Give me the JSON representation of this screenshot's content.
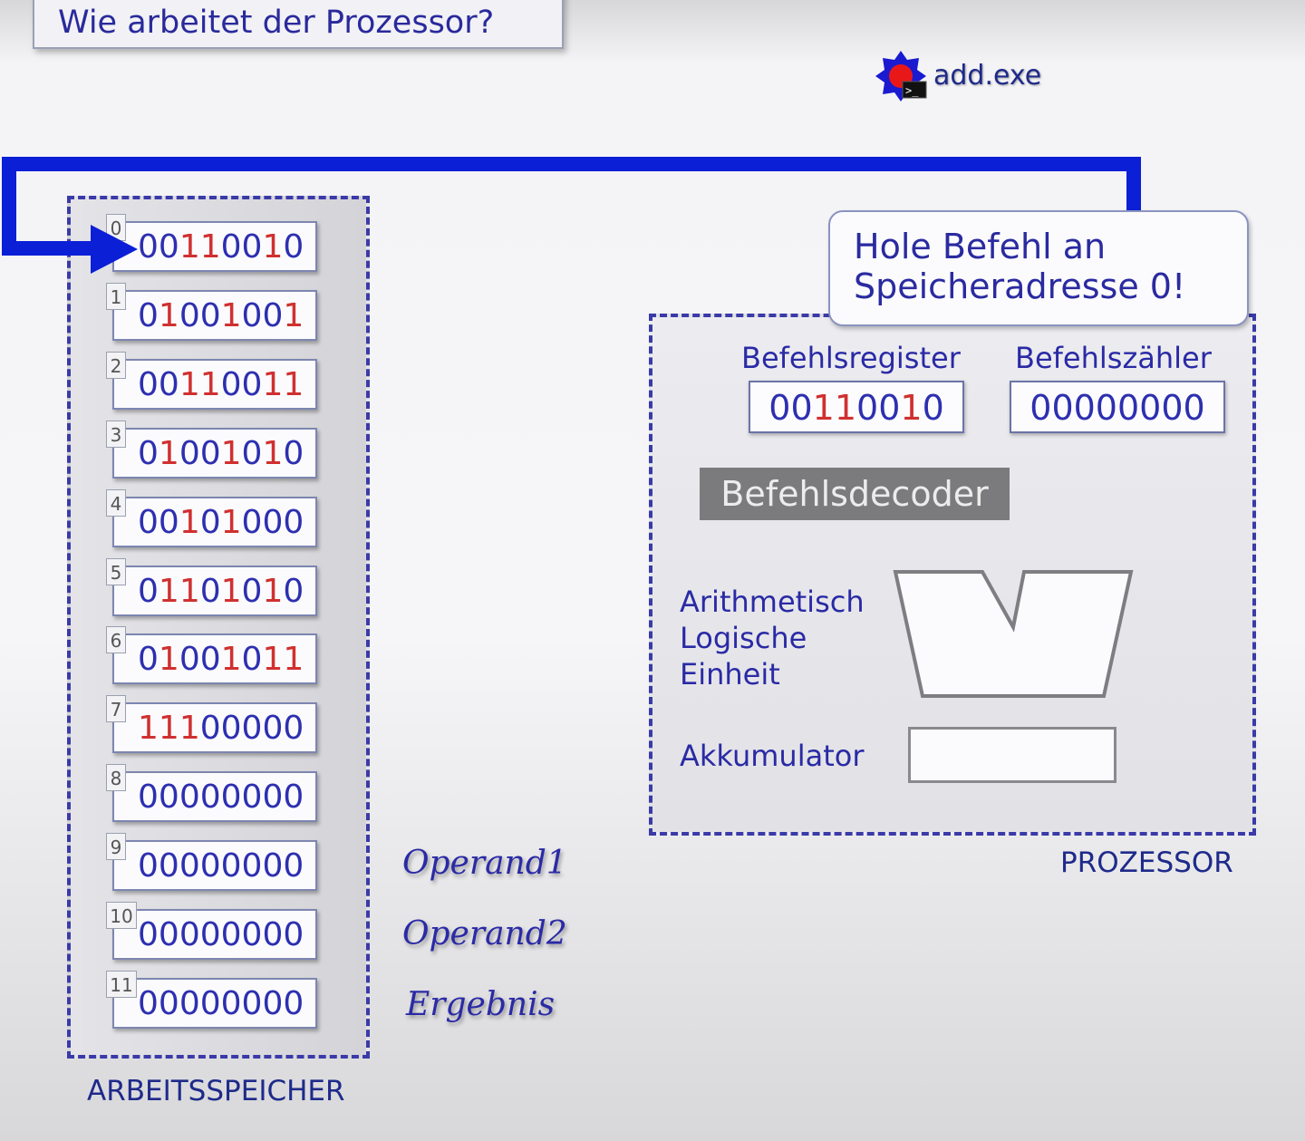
{
  "title": "Wie arbeitet der Prozessor?",
  "program": {
    "icon": "exe-program-icon",
    "name": "add.exe"
  },
  "memory": {
    "label": "ARBEITSSPEICHER",
    "cells": [
      {
        "index": "0",
        "value": "00110010"
      },
      {
        "index": "1",
        "value": "01001001"
      },
      {
        "index": "2",
        "value": "00110011"
      },
      {
        "index": "3",
        "value": "01001010"
      },
      {
        "index": "4",
        "value": "00101000"
      },
      {
        "index": "5",
        "value": "01101010"
      },
      {
        "index": "6",
        "value": "01001011"
      },
      {
        "index": "7",
        "value": "11100000"
      },
      {
        "index": "8",
        "value": "00000000"
      },
      {
        "index": "9",
        "value": "00000000"
      },
      {
        "index": "10",
        "value": "00000000"
      },
      {
        "index": "11",
        "value": "00000000"
      }
    ],
    "operand_labels": [
      "Operand1",
      "Operand2",
      "Ergebnis"
    ]
  },
  "callout": {
    "line1": "Hole Befehl an",
    "line2": "Speicheradresse 0!"
  },
  "cpu": {
    "label": "PROZESSOR",
    "instruction_register": {
      "label": "Befehlsregister",
      "value": "00110010"
    },
    "program_counter": {
      "label": "Befehlszähler",
      "value": "00000000"
    },
    "decoder": "Befehlsdecoder",
    "alu": {
      "line1": "Arithmetisch",
      "line2": "Logische",
      "line3": "Einheit"
    },
    "accumulator": {
      "label": "Akkumulator",
      "value": ""
    }
  },
  "colors": {
    "accent_blue": "#0b1fd6",
    "text_blue": "#2d2fb0",
    "highlight_red": "#d03030",
    "decoder_gray": "#7b7b7d"
  }
}
